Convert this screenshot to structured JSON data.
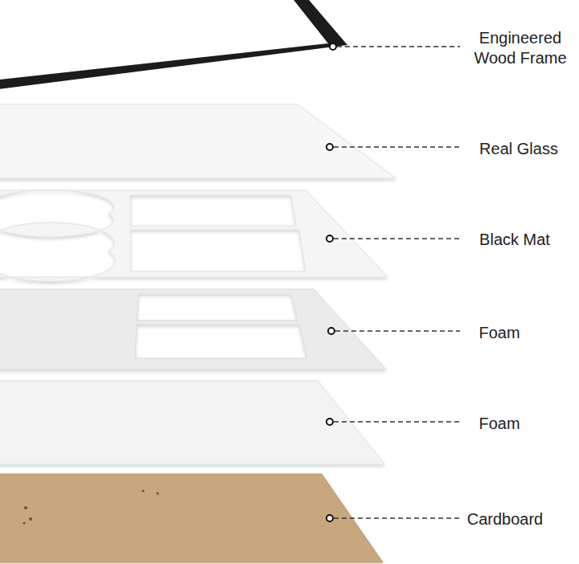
{
  "diagram": {
    "labels": [
      "Engineered Wood Frame",
      "Real Glass",
      "Black Mat",
      "Foam",
      "Foam",
      "Cardboard"
    ]
  }
}
